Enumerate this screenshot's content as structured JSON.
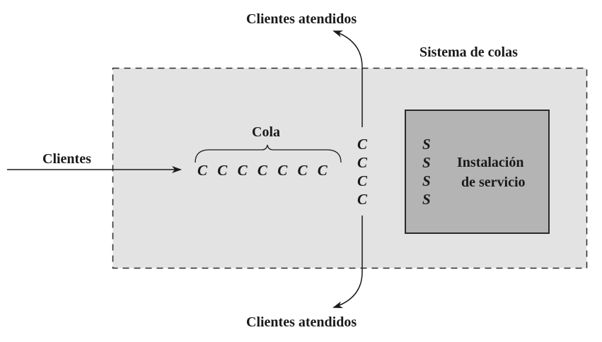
{
  "diagram": {
    "title": "Sistema de colas",
    "input_label": "Clientes",
    "queue_label": "Cola",
    "queue_symbols": [
      "C",
      "C",
      "C",
      "C",
      "C",
      "C",
      "C"
    ],
    "in_service_symbols": [
      "C",
      "C",
      "C",
      "C"
    ],
    "server_symbols": [
      "S",
      "S",
      "S",
      "S"
    ],
    "service_facility_label_line1": "Instalación",
    "service_facility_label_line2": "de servicio",
    "output_top_label": "Clientes atendidos",
    "output_bottom_label": "Clientes atendidos",
    "colors": {
      "system_fill": "#e3e3e3",
      "service_fill": "#b4b4b4",
      "stroke": "#2a2a2a"
    }
  }
}
